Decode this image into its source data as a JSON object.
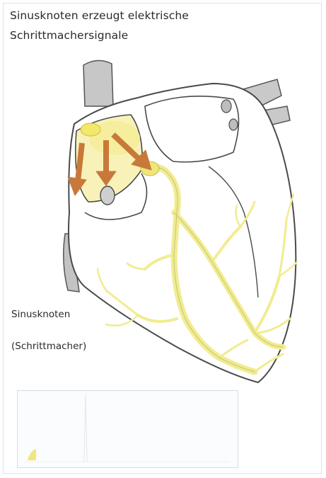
{
  "diagram": {
    "title_line1": "Sinusknoten erzeugt elektrische",
    "title_line2": "Schrittmachersignale",
    "label_line1": "Sinusknoten",
    "label_line2": "(Schrittmacher)"
  },
  "colors": {
    "conduction": "#f3ef9c",
    "sinus_node": "#efe67a",
    "arrow": "#c8793a",
    "outline": "#4a4a4a",
    "vessel": "#bdbdbd"
  }
}
